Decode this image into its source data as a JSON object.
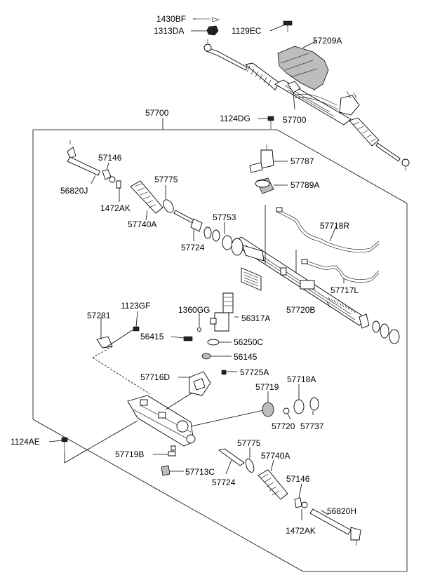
{
  "labels": {
    "l1430BF": "1430BF",
    "l1313DA": "1313DA",
    "l1129EC": "1129EC",
    "l57209A": "57209A",
    "l57700_top": "57700",
    "l1124DG": "1124DG",
    "l57700_main": "57700",
    "l57146_left": "57146",
    "l56820J": "56820J",
    "l1472AK_left": "1472AK",
    "l57775_top": "57775",
    "l57740A_top": "57740A",
    "l57787": "57787",
    "l57789A": "57789A",
    "l57753": "57753",
    "l57718R": "57718R",
    "l57724_top": "57724",
    "l57717L": "57717L",
    "l57720B": "57720B",
    "l57281": "57281",
    "l1123GF": "1123GF",
    "l1360GG": "1360GG",
    "l56317A": "56317A",
    "l56415": "56415",
    "l56250C": "56250C",
    "l56145": "56145",
    "l57716D": "57716D",
    "l57725A": "57725A",
    "l57719": "57719",
    "l57718A": "57718A",
    "l57720": "57720",
    "l57737": "57737",
    "l1124AE": "1124AE",
    "l57719B": "57719B",
    "l57775_bot": "57775",
    "l57740A_bot": "57740A",
    "l57713C": "57713C",
    "l57724_bot": "57724",
    "l57146_bot": "57146",
    "l56820H": "56820H",
    "l1472AK_bot": "1472AK"
  }
}
